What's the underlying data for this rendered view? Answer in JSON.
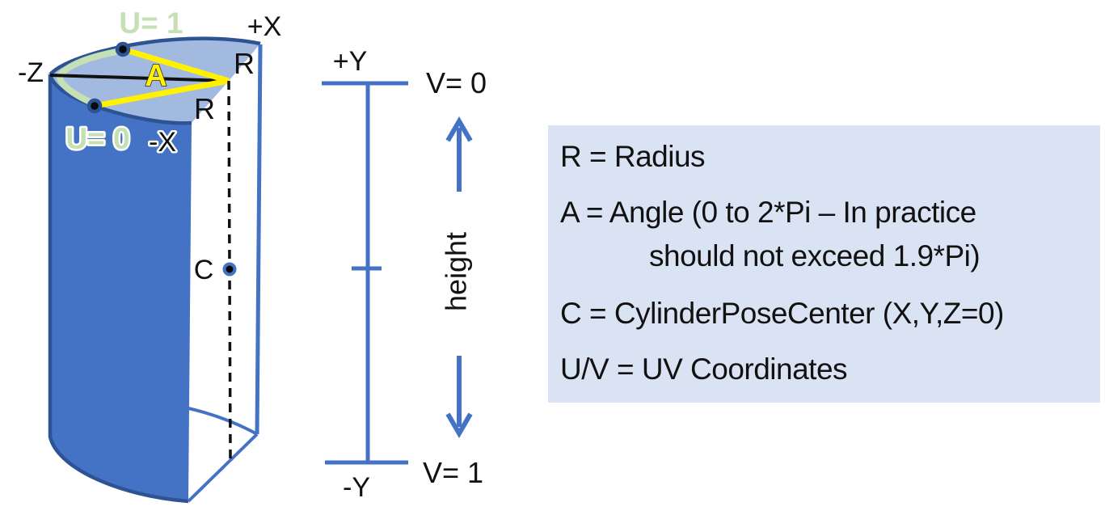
{
  "diagram_title": "Cylinder UV coordinates diagram",
  "cylinder": {
    "labels": {
      "u1": "U= 1",
      "u0": "U= 0",
      "plus_x": "+X",
      "minus_x": "-X",
      "minus_z": "-Z",
      "r_top": "R",
      "r_bottom": "R",
      "angle": "A",
      "center": "C"
    }
  },
  "axis": {
    "plus_y": "+Y",
    "minus_y": "-Y",
    "v0": "V= 0",
    "v1": "V= 1",
    "height": "height"
  },
  "legend": {
    "entries": [
      {
        "text": "R = Radius",
        "indent": false
      },
      {
        "text": "A = Angle (0 to 2*Pi – In practice",
        "indent": false
      },
      {
        "text": "should not exceed 1.9*Pi)",
        "indent": true
      },
      {
        "text": "C = CylinderPoseCenter (X,Y,Z=0)",
        "indent": false
      },
      {
        "text": "U/V = UV Coordinates",
        "indent": false
      }
    ]
  },
  "colors": {
    "cylinder_side": "#4472C4",
    "cylinder_top": "#A3BAE0",
    "outline": "#2E5395",
    "uv_seam_green": "#C5E0B4",
    "angle_yellow": "#FFF100",
    "axis_blue": "#4472C4",
    "legend_background": "#DAE3F3",
    "text": "#111111"
  }
}
